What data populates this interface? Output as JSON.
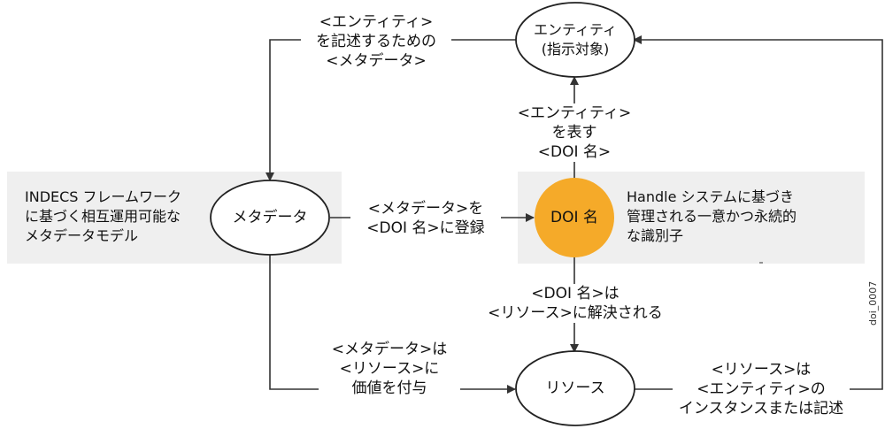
{
  "nodes": {
    "entity": {
      "line1": "エンティティ",
      "line2": "(指示対象)"
    },
    "metadata": {
      "label": "メタデータ"
    },
    "doi": {
      "label": "DOI 名",
      "color": "#f5aa29"
    },
    "resource": {
      "label": "リソース"
    }
  },
  "notes": {
    "indecs": [
      "INDECS フレームワーク",
      "に基づく相互運用可能な",
      "メタデータモデル"
    ],
    "handle": [
      "Handle システムに基づき",
      "管理される一意かつ永続的",
      "な識別子"
    ]
  },
  "edges": {
    "describe": [
      "<エンティティ>",
      "を記述するための",
      "<メタデータ>"
    ],
    "represents": [
      "<エンティティ>",
      "を表す",
      "<DOI 名>"
    ],
    "register": [
      "<メタデータ>を",
      "<DOI 名>に登録"
    ],
    "resolves": [
      "<DOI 名>は",
      "<リソース>に解決される"
    ],
    "adds_value": [
      "<メタデータ>は",
      "<リソース>に",
      "価値を付与"
    ],
    "instance": [
      "<リソース>は",
      "<エンティティ>の",
      "インスタンスまたは記述"
    ]
  },
  "figure_id": "doi_0007",
  "colors": {
    "panel": "#efefef",
    "line": "#333333",
    "accent": "#f5aa29"
  }
}
